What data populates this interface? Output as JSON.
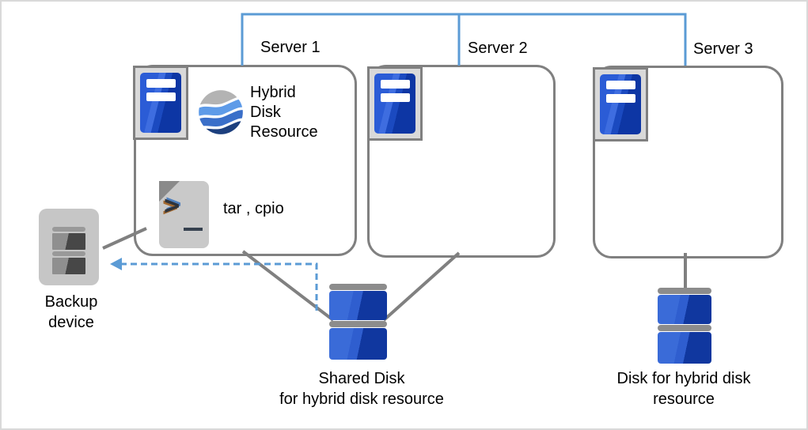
{
  "colors": {
    "connector_blue": "#5B9BD5",
    "connector_gray": "#808080",
    "server_blue_light": "#2b5cd6",
    "server_blue_dark": "#0d36a4",
    "disk_blue_light": "#3a6bd8",
    "disk_blue_dark": "#10379f"
  },
  "servers": [
    {
      "name": "Server 1"
    },
    {
      "name": "Server 2"
    },
    {
      "name": "Server 3"
    }
  ],
  "hybrid_disk_resource": {
    "lines": [
      "Hybrid",
      "Disk",
      "Resource"
    ]
  },
  "backup_tools": {
    "label": "tar , cpio"
  },
  "script_icon": {
    "prompt": ">"
  },
  "backup_device": {
    "lines": [
      "Backup",
      "device"
    ]
  },
  "shared_disk": {
    "lines": [
      "Shared Disk",
      "for hybrid disk resource"
    ]
  },
  "hybrid_disk": {
    "lines": [
      "Disk for hybrid disk",
      "resource"
    ]
  },
  "icons": {
    "server": "server-tower-icon",
    "hybrid_disk_resource": "wave-sphere-icon",
    "backup_script": "shell-script-document-icon",
    "backup_device": "tape-drive-icon",
    "disk": "stacked-disk-icon",
    "backup_flow": "left-dashed-arrow-icon"
  }
}
